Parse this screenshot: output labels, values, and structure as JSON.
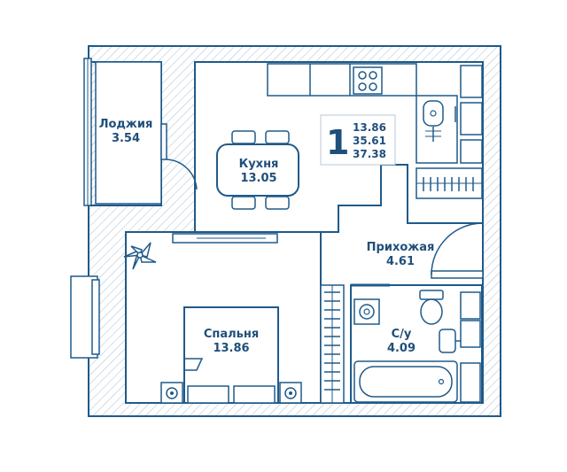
{
  "plan": {
    "colors": {
      "line": "#1f5a8a",
      "text": "#1f4f7a",
      "hatch": "#9bb4c9",
      "fill": "#ffffff"
    },
    "summary": {
      "rooms": "1",
      "living": "13.86",
      "total_living": "35.61",
      "total": "37.38"
    },
    "rooms": [
      {
        "id": "loggia",
        "name": "Лоджия",
        "area": "3.54"
      },
      {
        "id": "kitchen",
        "name": "Кухня",
        "area": "13.05"
      },
      {
        "id": "hallway",
        "name": "Прихожая",
        "area": "4.61"
      },
      {
        "id": "bedroom",
        "name": "Спальня",
        "area": "13.86"
      },
      {
        "id": "bathroom",
        "name": "С/у",
        "area": "4.09"
      }
    ]
  }
}
